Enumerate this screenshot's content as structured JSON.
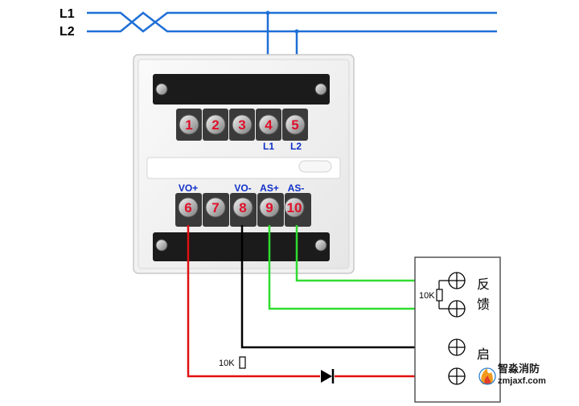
{
  "bus": {
    "l1_label": "L1",
    "l2_label": "L2"
  },
  "module": {
    "top_terminals": [
      {
        "number": "1",
        "label": ""
      },
      {
        "number": "2",
        "label": ""
      },
      {
        "number": "3",
        "label": ""
      },
      {
        "number": "4",
        "label": "L1"
      },
      {
        "number": "5",
        "label": "L2"
      }
    ],
    "bottom_terminals": [
      {
        "number": "6",
        "label": "VO+"
      },
      {
        "number": "7",
        "label": ""
      },
      {
        "number": "8",
        "label": "VO-"
      },
      {
        "number": "9",
        "label": "AS+"
      },
      {
        "number": "10",
        "label": "AS-"
      }
    ]
  },
  "components": {
    "feedback_resistor": "10K",
    "line_resistor": "10K"
  },
  "device": {
    "feedback_label": "反\n馈",
    "feedback_char_1": "反",
    "feedback_char_2": "馈",
    "start_label": "启"
  },
  "logo": {
    "name": "智淼消防",
    "url": "zmjaxf.com"
  },
  "colors": {
    "bus": "#1e6fd6",
    "feedback_wire": "#2fdc2f",
    "vo_plus_wire": "#e01010",
    "vo_minus_wire": "#000000",
    "terminal_number": "#e0102a",
    "terminal_label": "#1030c8"
  }
}
